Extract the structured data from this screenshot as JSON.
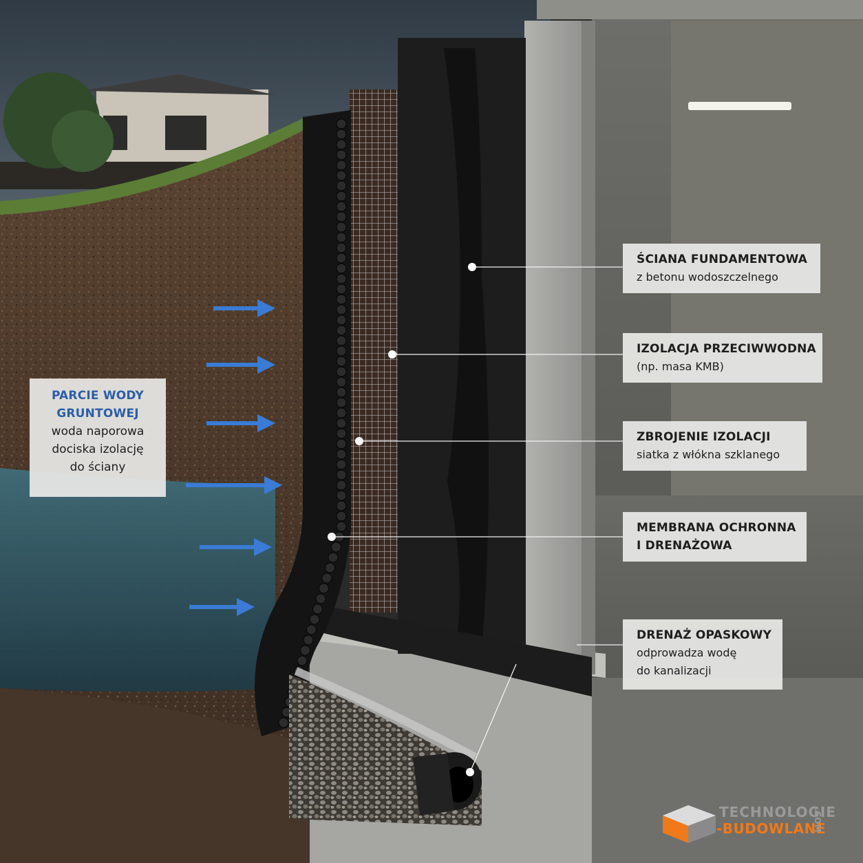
{
  "labels": {
    "wall": {
      "title": "ŚCIANA FUNDAMENTOWA",
      "sub": "z betonu wodoszczelnego"
    },
    "kmb": {
      "title": "IZOLACJA PRZECIWWODNA",
      "sub": "(np. masa KMB)"
    },
    "mesh": {
      "title": "ZBROJENIE IZOLACJI",
      "sub": "siatka z włókna szklanego"
    },
    "membrane": {
      "title": "MEMBRANA OCHRONNA",
      "sub": "I DRENAŻOWA"
    },
    "drain": {
      "title": "DRENAŻ OPASKOWY",
      "sub1": "odprowadza wodę",
      "sub2": "do kanalizacji"
    },
    "water": {
      "title1": "PARCIE WODY",
      "title2": "GRUNTOWEJ",
      "sub1": "woda naporowa",
      "sub2": "dociska izolację",
      "sub3": "do ściany"
    }
  },
  "logo": {
    "line1": "TECHNOLOGIE",
    "line2": "-BUDOWLANE",
    "suffix": ".COM"
  },
  "colors": {
    "accent_blue": "#3a7bd5",
    "logo_orange": "#f07a1a",
    "logo_grey": "#8a8a8a",
    "concrete": "#9a9a98",
    "soil": "#4a3a2c",
    "water": "#2d5766"
  }
}
